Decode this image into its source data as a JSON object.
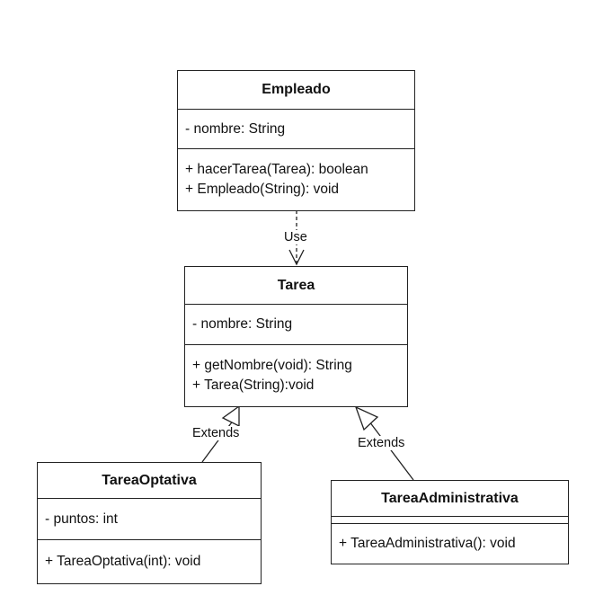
{
  "classes": {
    "empleado": {
      "name": "Empleado",
      "attributes": [
        "- nombre: String"
      ],
      "methods": [
        "+ hacerTarea(Tarea): boolean",
        "+ Empleado(String): void"
      ]
    },
    "tarea": {
      "name": "Tarea",
      "attributes": [
        "- nombre: String"
      ],
      "methods": [
        "+ getNombre(void): String",
        "+ Tarea(String):void"
      ]
    },
    "tarea_optativa": {
      "name": "TareaOptativa",
      "attributes": [
        "- puntos: int"
      ],
      "methods": [
        "+ TareaOptativa(int): void"
      ]
    },
    "tarea_administrativa": {
      "name": "TareaAdministrativa",
      "attributes": [],
      "methods": [
        "+ TareaAdministrativa(): void"
      ]
    }
  },
  "relations": {
    "use": {
      "label": "Use",
      "from": "Empleado",
      "to": "Tarea",
      "kind": "dependency"
    },
    "extends_optativa": {
      "label": "Extends",
      "from": "TareaOptativa",
      "to": "Tarea",
      "kind": "generalization"
    },
    "extends_administrativa": {
      "label": "Extends",
      "from": "TareaAdministrativa",
      "to": "Tarea",
      "kind": "generalization"
    }
  }
}
